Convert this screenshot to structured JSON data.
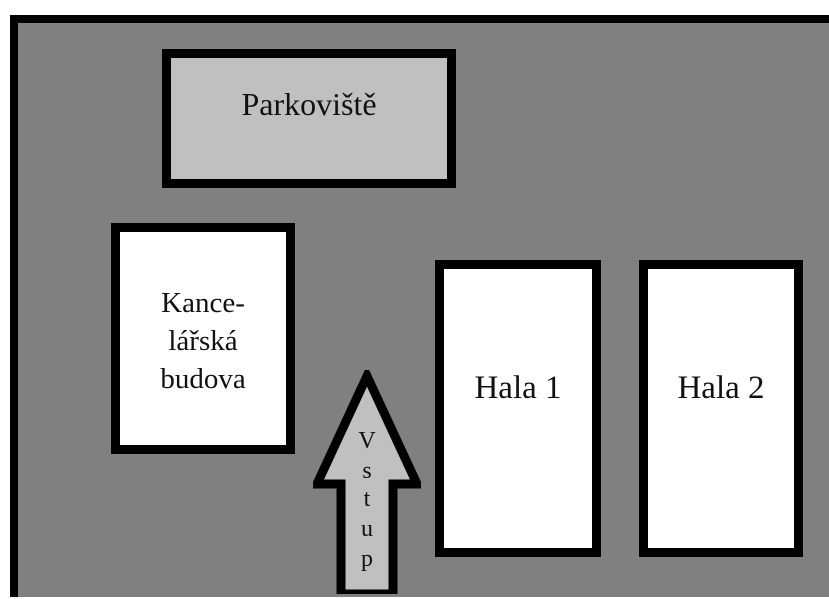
{
  "labels": {
    "parking": "Parkoviště",
    "office": "Kance-\nlářská\nbudova",
    "hall1": "Hala 1",
    "hall2": "Hala 2",
    "entrance": [
      "V",
      "s",
      "t",
      "u",
      "p"
    ]
  },
  "colors": {
    "site": "#808080",
    "parking": "#c0c0c0",
    "building": "#ffffff",
    "arrow": "#c0c0c0",
    "border": "#000000"
  }
}
